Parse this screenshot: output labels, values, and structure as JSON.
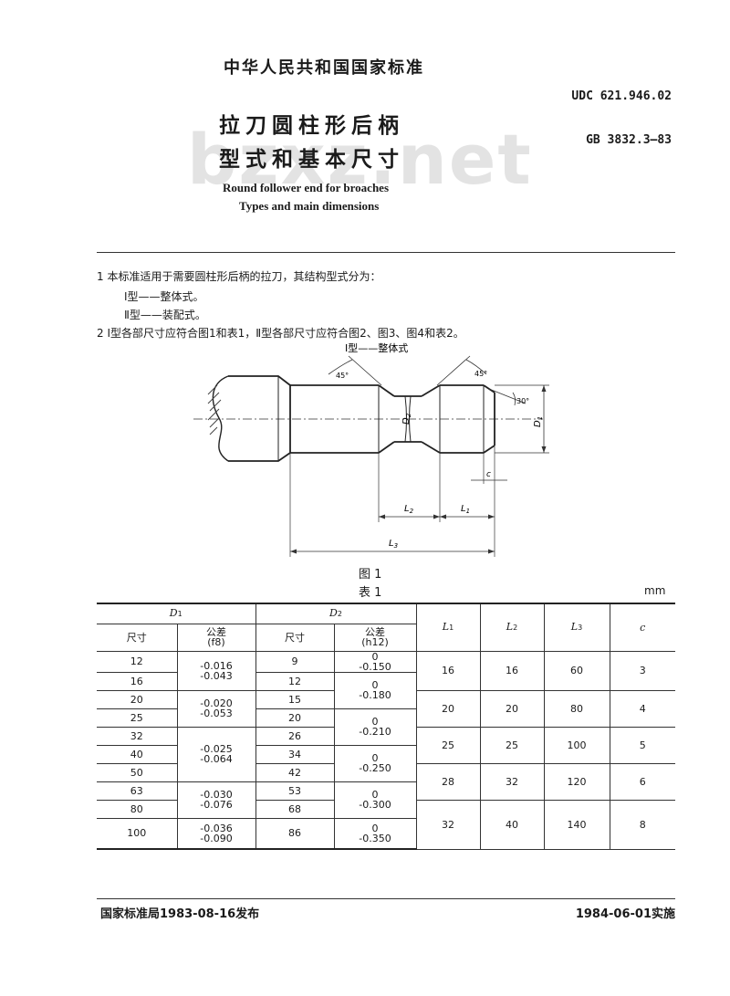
{
  "header": {
    "org": "中华人民共和国国家标准",
    "udc": "UDC 621.946.02",
    "gb": "GB 3832.3—83",
    "title_line1": "拉刀圆柱形后柄",
    "title_line2": "型式和基本尺寸",
    "title_en1": "Round follower end for broaches",
    "title_en2": "Types and main dimensions",
    "watermark": "bzxz.net"
  },
  "body": {
    "p1": "1  本标准适用于需要圆柱形后柄的拉刀，其结构型式分为：",
    "p1a": "Ⅰ型——整体式。",
    "p1b": "Ⅱ型——装配式。",
    "p2": "2  Ⅰ型各部尺寸应符合图1和表1，Ⅱ型各部尺寸应符合图2、图3、图4和表2。"
  },
  "figure": {
    "type_label": "Ⅰ型——整体式",
    "angle_left": "45°",
    "angle_right": "45°",
    "angle_chamfer": "30°",
    "d2": "D",
    "d2_sub": "2",
    "d1": "D",
    "d1_sub": "1",
    "c": "c",
    "l2": "L",
    "l2_sub": "2",
    "l1": "L",
    "l1_sub": "1",
    "l3": "L",
    "l3_sub": "3",
    "caption": "图 1"
  },
  "table": {
    "caption": "表 1",
    "unit": "mm",
    "headers": {
      "d1": "D",
      "d1_sub": "1",
      "d2": "D",
      "d2_sub": "2",
      "size": "尺寸",
      "tol": "公差",
      "tol_f8": "(f8)",
      "tol_h12": "(h12)",
      "l1": "L",
      "l1_sub": "1",
      "l2": "L",
      "l2_sub": "2",
      "l3": "L",
      "l3_sub": "3",
      "c": "c"
    },
    "d1_sizes": [
      "12",
      "16",
      "20",
      "25",
      "32",
      "40",
      "50",
      "63",
      "80",
      "100"
    ],
    "d1_tols": [
      {
        "hi": "-0.016",
        "lo": "-0.043"
      },
      {
        "hi": "-0.020",
        "lo": "-0.053"
      },
      {
        "hi": "-0.025",
        "lo": "-0.064"
      },
      {
        "hi": "-0.030",
        "lo": "-0.076"
      },
      {
        "hi": "-0.036",
        "lo": "-0.090"
      }
    ],
    "d2_sizes": [
      "9",
      "12",
      "15",
      "20",
      "26",
      "34",
      "42",
      "53",
      "68",
      "86"
    ],
    "d2_tols": [
      {
        "hi": "0",
        "lo": "-0.150"
      },
      {
        "hi": "0",
        "lo": "-0.180"
      },
      {
        "hi": "0",
        "lo": "-0.210"
      },
      {
        "hi": "0",
        "lo": "-0.250"
      },
      {
        "hi": "0",
        "lo": "-0.300"
      },
      {
        "hi": "0",
        "lo": "-0.350"
      }
    ],
    "groups": [
      {
        "l1": "16",
        "l2": "16",
        "l3": "60",
        "c": "3"
      },
      {
        "l1": "20",
        "l2": "20",
        "l3": "80",
        "c": "4"
      },
      {
        "l1": "25",
        "l2": "25",
        "l3": "100",
        "c": "5"
      },
      {
        "l1": "28",
        "l2": "32",
        "l3": "120",
        "c": "6"
      },
      {
        "l1": "32",
        "l2": "40",
        "l3": "140",
        "c": "8"
      }
    ]
  },
  "footer": {
    "issued": "国家标准局1983-08-16发布",
    "effective": "1984-06-01实施"
  }
}
